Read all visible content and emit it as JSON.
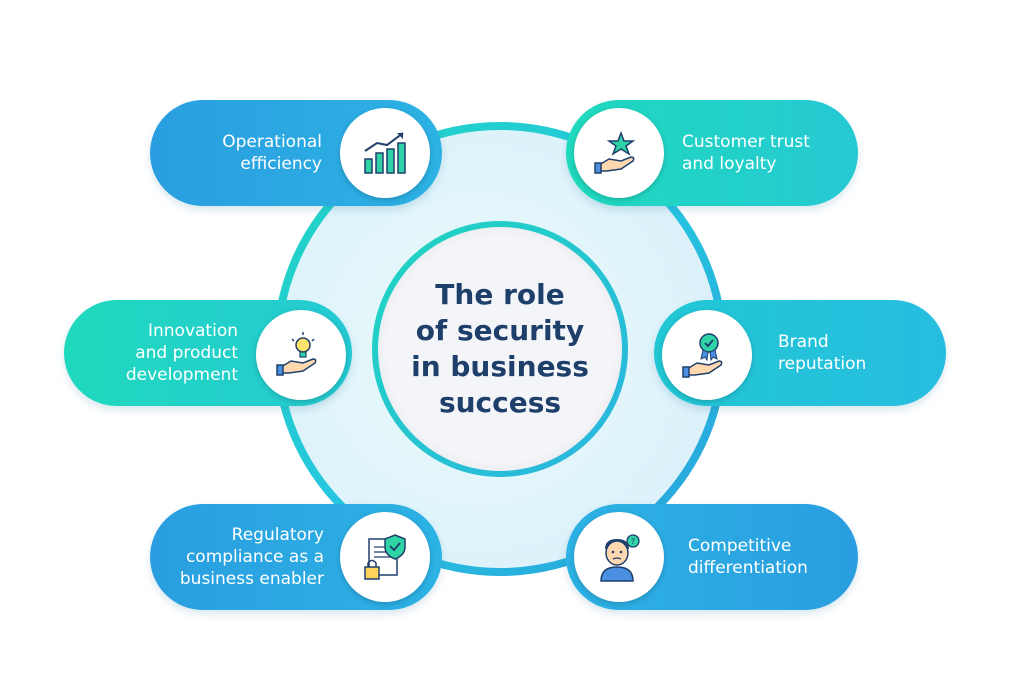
{
  "center": {
    "title": "The role\nof security\nin business\nsuccess"
  },
  "items": [
    {
      "label": "Operational\nefficiency",
      "icon": "growth-chart-icon"
    },
    {
      "label": "Customer trust\nand loyalty",
      "icon": "hand-star-icon"
    },
    {
      "label": "Innovation\nand product\ndevelopment",
      "icon": "hand-lightbulb-icon"
    },
    {
      "label": "Brand\nreputation",
      "icon": "hand-award-icon"
    },
    {
      "label": "Regulatory\ncompliance as a\nbusiness enabler",
      "icon": "document-shield-lock-icon"
    },
    {
      "label": "Competitive\ndifferentiation",
      "icon": "thinking-person-icon"
    }
  ],
  "colors": {
    "title": "#1f3f6b",
    "blue": "#2a9ee0",
    "teal": "#1fd9bd",
    "cyan": "#21c8d4"
  }
}
